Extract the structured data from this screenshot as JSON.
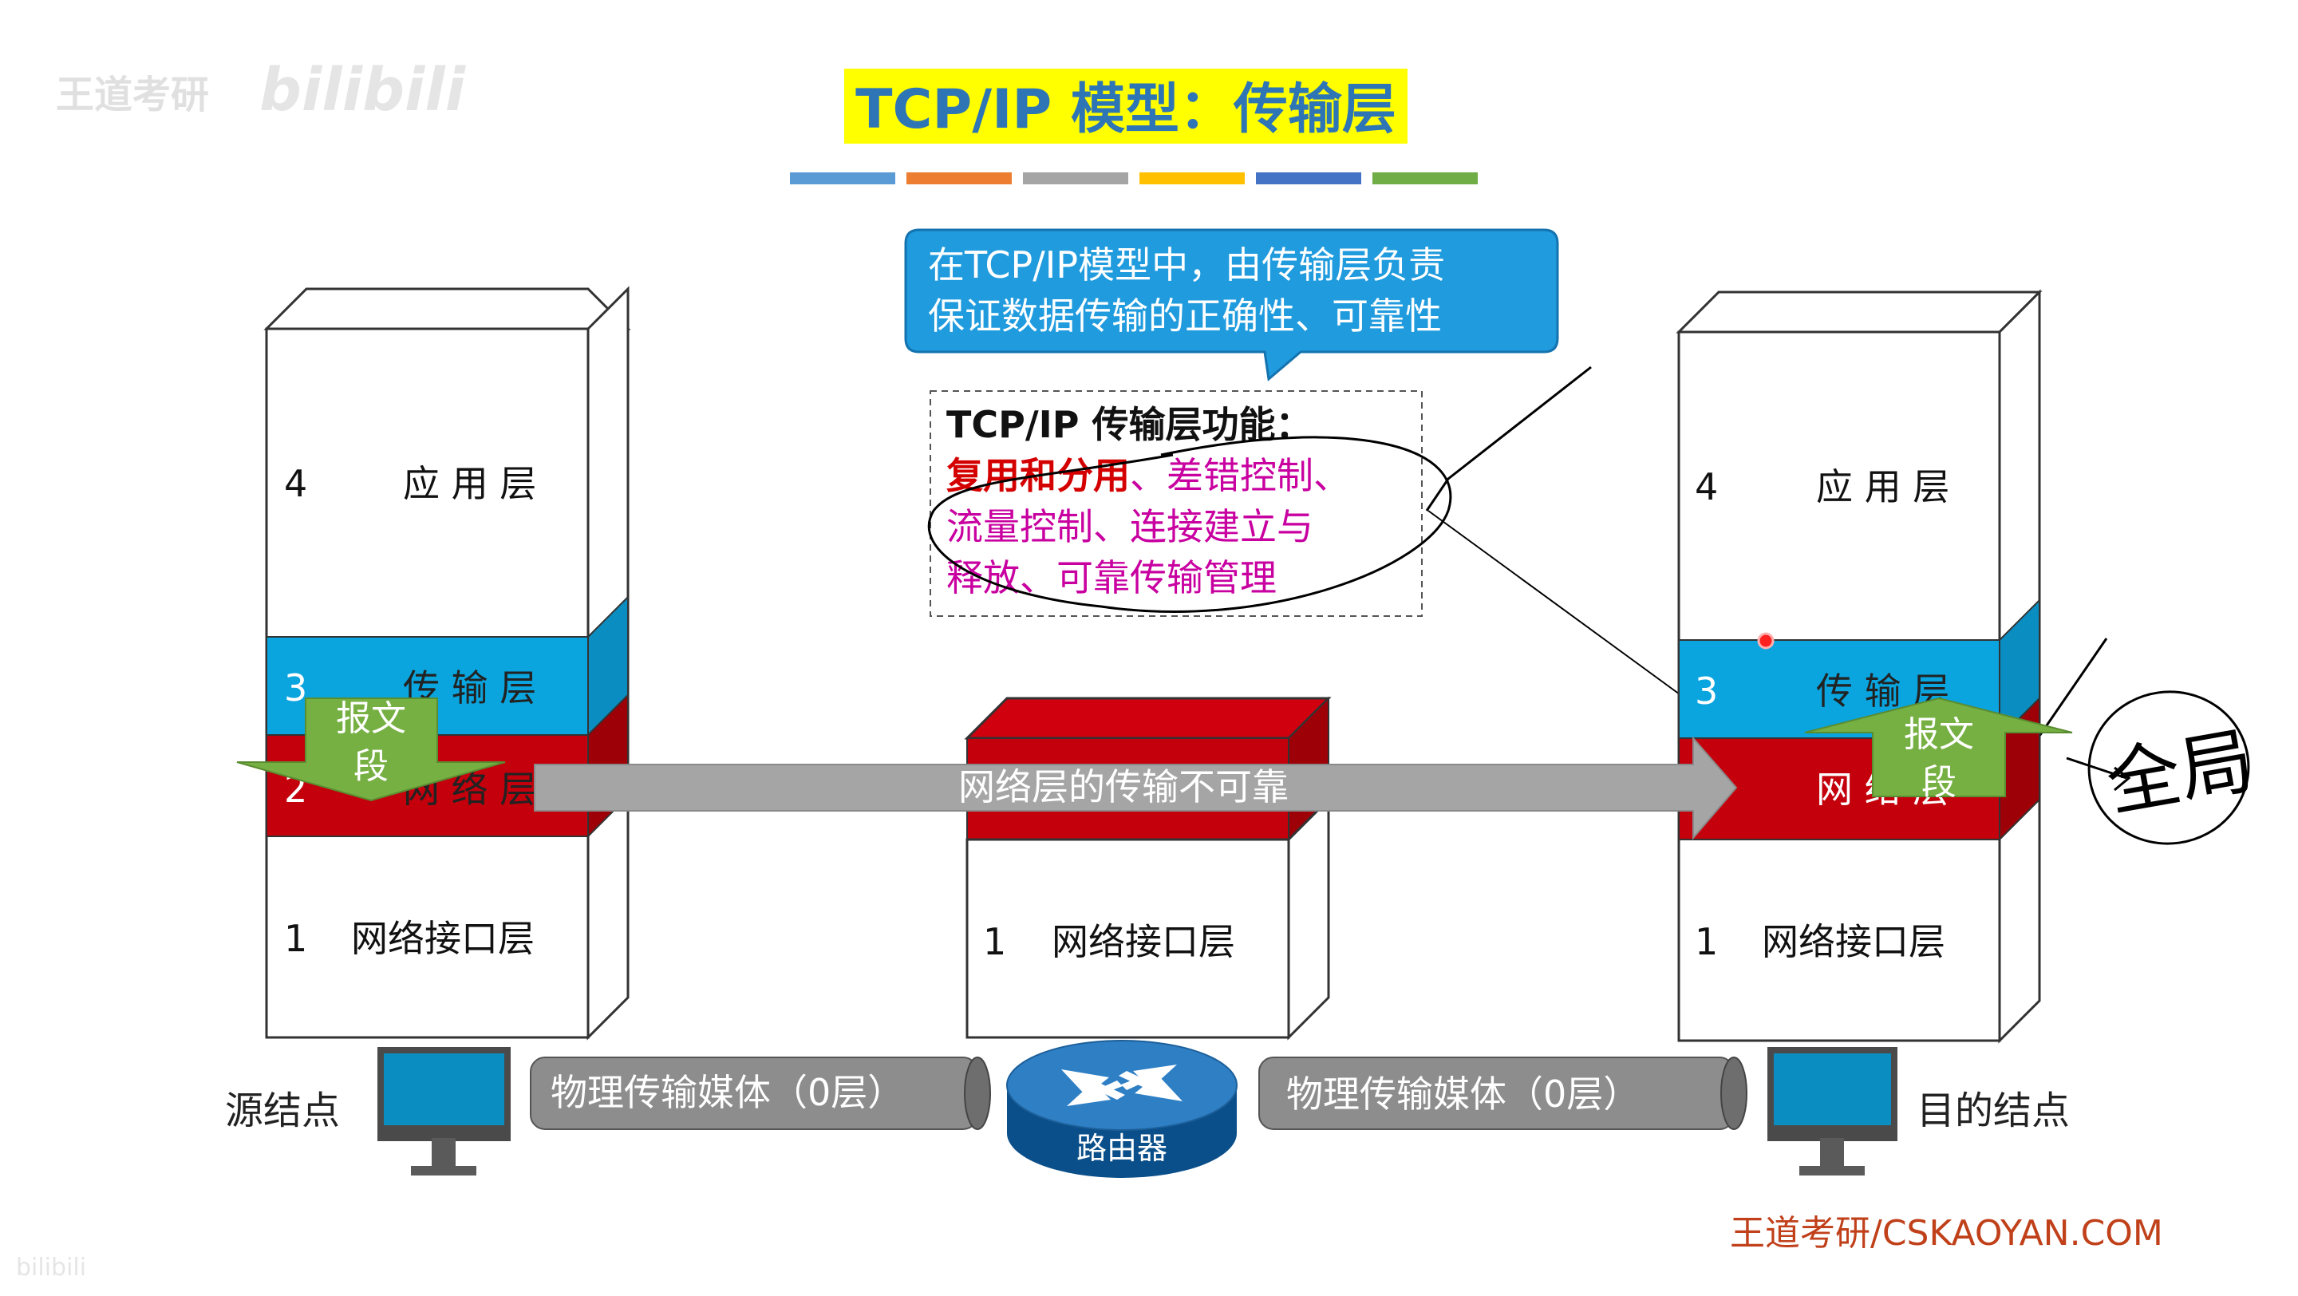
{
  "watermark": {
    "brand": "王道考研",
    "site": "bilibili",
    "corner": "bilibili"
  },
  "title": "TCP/IP 模型：传输层",
  "color_bar": [
    "#5b9bd5",
    "#ed7d31",
    "#a5a5a5",
    "#ffc000",
    "#4472c4",
    "#70ad47"
  ],
  "callout": {
    "line1": "在TCP/IP模型中，由传输层负责",
    "line2": "保证数据传输的正确性、可靠性"
  },
  "functions": {
    "heading": "TCP/IP 传输层功能：",
    "red_text": "复用和分用",
    "rest_line1": "、差错控制、",
    "line2": "流量控制、连接建立与",
    "line3": "释放、可靠传输管理"
  },
  "source_stack": {
    "app": {
      "num": "4",
      "label": "应 用 层"
    },
    "transport": {
      "num": "3",
      "label": "传 输 层"
    },
    "network": {
      "num": "2",
      "label": "网 络 层"
    },
    "link": {
      "num": "1",
      "label": "网络接口层"
    }
  },
  "router_stack": {
    "link": {
      "num": "1",
      "label": "网络接口层"
    }
  },
  "dest_stack": {
    "app": {
      "num": "4",
      "label": "应 用 层"
    },
    "transport": {
      "num": "3",
      "label": "传 输 层"
    },
    "network": {
      "num": "",
      "label": "网 络 层"
    },
    "link": {
      "num": "1",
      "label": "网络接口层"
    }
  },
  "segment_label": "报文段",
  "network_arrow_label": "网络层的传输不可靠",
  "media": {
    "left": "物理传输媒体（0层）",
    "right": "物理传输媒体（0层）"
  },
  "router_label": "路由器",
  "source_label": "源结点",
  "dest_label": "目的结点",
  "handwritten": "全局",
  "footer": "王道考研/CSKAOYAN.COM"
}
